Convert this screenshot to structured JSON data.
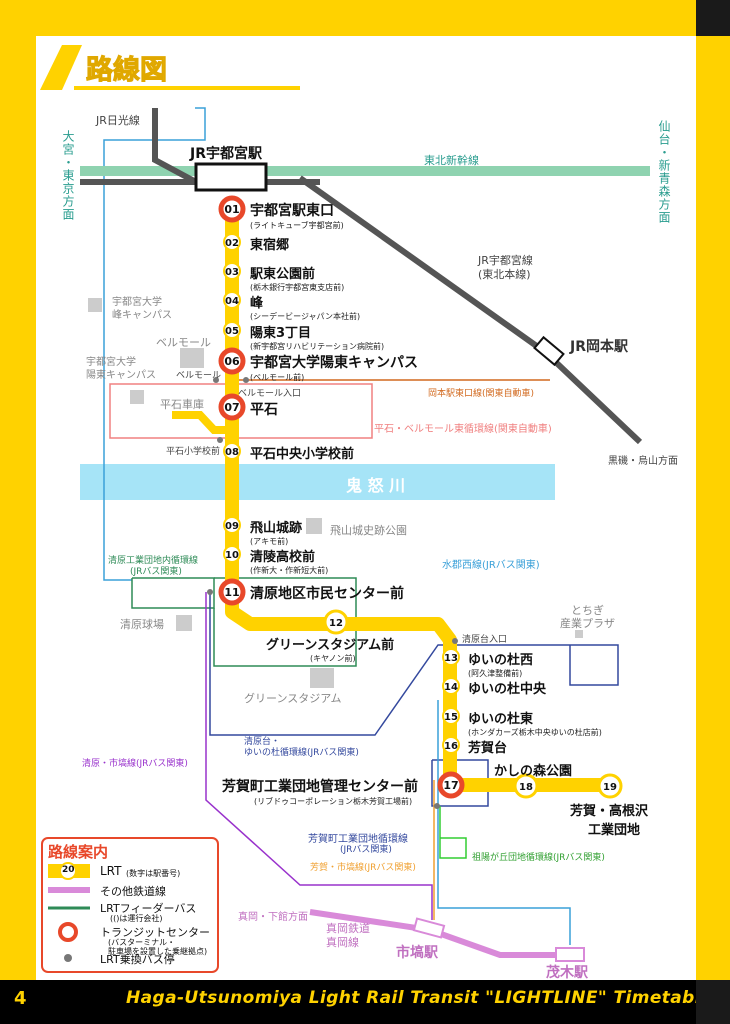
{
  "page": {
    "number": "4",
    "footer_title": "Haga-Utsunomiya Light Rail Transit \"LIGHTLINE\" Timetable"
  },
  "heading": "路線図",
  "directions": {
    "left": "大宮・東京方面",
    "right": "仙台・新青森方面"
  },
  "rail": {
    "jr_nikko": "JR日光線",
    "jr_utsunomiya_station": "JR宇都宮駅",
    "tohoku_shinkansen": "東北新幹線",
    "jr_utsunomiya_line": "JR宇都宮線",
    "jr_utsunomiya_line_sub": "(東北本線)",
    "jr_okamoto_station": "JR岡本駅",
    "kurosio_direction": "黒磯・烏山方面",
    "kinugawa": "鬼 怒 川",
    "moka_railway": "真岡鉄道",
    "moka_railway_line": "真岡線",
    "moka_direction": "真岡・下館方面",
    "ichihana_station": "市塙駅",
    "mogi_station": "茂木駅"
  },
  "stations": [
    {
      "num": "01",
      "name": "宇都宮駅東口",
      "sub": "(ライトキューブ宇都宮前)",
      "transit": true
    },
    {
      "num": "02",
      "name": "東宿郷",
      "sub": "",
      "transit": false
    },
    {
      "num": "03",
      "name": "駅東公園前",
      "sub": "(栃木銀行宇都宮東支店前)",
      "transit": false
    },
    {
      "num": "04",
      "name": "峰",
      "sub": "(シーデービージャパン本社前)",
      "transit": false
    },
    {
      "num": "05",
      "name": "陽東3丁目",
      "sub": "(新宇都宮リハビリテーション病院前)",
      "transit": false
    },
    {
      "num": "06",
      "name": "宇都宮大学陽東キャンパス",
      "sub": "(ベルモール前)",
      "transit": true
    },
    {
      "num": "07",
      "name": "平石",
      "sub": "",
      "transit": true
    },
    {
      "num": "08",
      "name": "平石中央小学校前",
      "sub": "",
      "transit": false
    },
    {
      "num": "09",
      "name": "飛山城跡",
      "sub": "(アキモ前)",
      "transit": false
    },
    {
      "num": "10",
      "name": "清陵高校前",
      "sub": "(作新大・作新短大前)",
      "transit": false
    },
    {
      "num": "11",
      "name": "清原地区市民センター前",
      "sub": "",
      "transit": true
    },
    {
      "num": "12",
      "name": "グリーンスタジアム前",
      "sub": "(キヤノン前)",
      "transit": false
    },
    {
      "num": "13",
      "name": "ゆいの杜西",
      "sub": "(阿久津整備前)",
      "transit": false
    },
    {
      "num": "14",
      "name": "ゆいの杜中央",
      "sub": "",
      "transit": false
    },
    {
      "num": "15",
      "name": "ゆいの杜東",
      "sub": "(ホンダカーズ栃木中央ゆいの杜店前)",
      "transit": false
    },
    {
      "num": "16",
      "name": "芳賀台",
      "sub": "",
      "transit": false
    },
    {
      "num": "17",
      "name": "芳賀町工業団地管理センター前",
      "sub": "(リブドゥコーポレーション栃木芳賀工場前)",
      "transit": true
    },
    {
      "num": "18",
      "name": "かしの森公園",
      "sub": "",
      "transit": false
    },
    {
      "num": "19",
      "name": "芳賀・高根沢",
      "sub": "工業団地",
      "transit": false
    }
  ],
  "landmarks": {
    "utsunomiya_univ_mine": "宇都宮大学\n峰キャンパス",
    "bellmall": "ベルモール",
    "utsunomiya_univ_yoto": "宇都宮大学\n陽東キャンパス",
    "bellmall_stop": "ベルモール",
    "bellmall_entrance": "ベルモール入口",
    "hiraishi_depot": "平石車庫",
    "hiraishi_elementary_stop": "平石小学校前",
    "tobiyama_park": "飛山城史跡公園",
    "kiyohara_ballpark": "清原球場",
    "green_stadium": "グリーンスタジアム",
    "tochigi_plaza": "とちぎ\n産業プラザ",
    "kiyoharadai_entrance": "清原台入口"
  },
  "bus_routes": {
    "okamoto_east": "岡本駅東口線(関東自動車)",
    "hiraishi_bellmall": "平石・ベルモール東循環線(関東自動車)",
    "kiyohara_industrial": "清原工業団地内循環線",
    "kiyohara_industrial_op": "(JRバス関東)",
    "mizuto_west": "水郡西線(JRバス関東)",
    "kiyoharadai_yuinomori_1": "清原台・",
    "kiyoharadai_yuinomori_2": "ゆいの杜循環線(JRバス関東)",
    "kiyohara_ichihana": "清原・市塙線(JRバス関東)",
    "haga_industrial": "芳賀町工業団地循環線",
    "haga_industrial_op": "(JRバス関東)",
    "haga_ichihana": "芳賀・市塙線(JRバス関東)",
    "shoyo_loop": "祖陽が丘団地循環線(JRバス関東)"
  },
  "legend": {
    "title": "路線案内",
    "lrt_sample": "20",
    "lrt": "LRT",
    "lrt_note": "(数字は駅番号)",
    "other_rail": "その他鉄道線",
    "feeder": "LRTフィーダーバス",
    "feeder_note": "(()は運行会社)",
    "transit_center": "トランジットセンター",
    "transit_note1": "(バスターミナル・",
    "transit_note2": "駐車場を設置した乗継拠点)",
    "bus_stop": "LRT乗換バス停"
  },
  "colors": {
    "lrt": "#ffd200",
    "rail": "#555555",
    "shinkansen": "#8fd3b0",
    "river": "#a6e4f7",
    "transit": "#e8482a",
    "moka": "#d98ad9",
    "frame": "#ffd200"
  }
}
